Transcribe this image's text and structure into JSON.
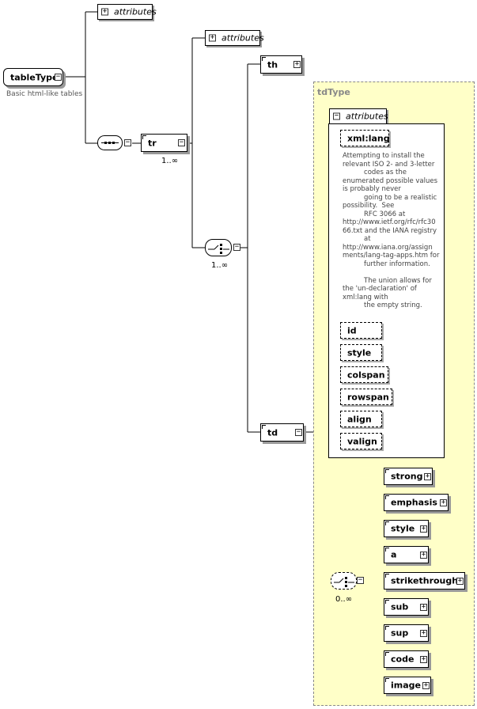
{
  "root": {
    "name": "tableType",
    "description": "Basic html-like tables"
  },
  "root_attributes": {
    "label": "attributes",
    "toggle": "+"
  },
  "tr": {
    "name": "tr",
    "occurs": "1..∞"
  },
  "tr_attributes": {
    "label": "attributes",
    "toggle": "+"
  },
  "choice": {
    "occurs": "1..∞"
  },
  "th": {
    "name": "th"
  },
  "td": {
    "name": "td"
  },
  "tdtype": {
    "label": "tdType",
    "attributes_label": "attributes",
    "attributes_toggle": "−",
    "xmllang": "xml:lang",
    "doc": "Attempting to install the\nrelevant ISO 2- and 3-letter\n          codes as the\nenumerated possible values\nis probably never\n          going to be a realistic\npossibility.  See\n          RFC 3066 at\nhttp://www.ietf.org/rfc/rfc30\n66.txt and the IANA registry\n          at\nhttp://www.iana.org/assign\nments/lang-tag-apps.htm for\n          further information.\n\n          The union allows for\nthe 'un-declaration' of\nxml:lang with\n          the empty string.",
    "attrs": [
      "id",
      "style",
      "colspan",
      "rowspan",
      "align",
      "valign"
    ],
    "choice_occurs": "0..∞",
    "children": [
      "strong",
      "emphasis",
      "style",
      "a",
      "strikethrough",
      "sub",
      "sup",
      "code",
      "image"
    ]
  }
}
